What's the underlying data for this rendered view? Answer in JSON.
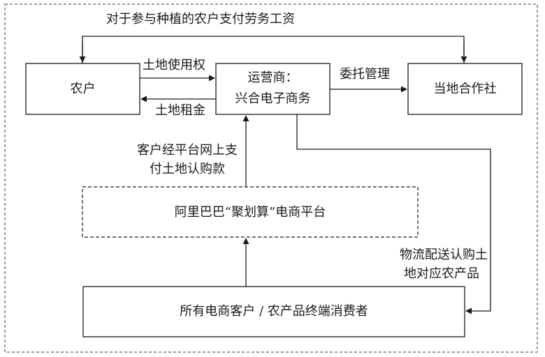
{
  "nodes": {
    "farmer": "农户",
    "operator_line1": "运营商：",
    "operator_line2": "兴合电子商务",
    "cooperative": "当地合作社",
    "platform": "阿里巴巴“聚划算”电商平台",
    "consumers": "所有电商客户 / 农产品终端消费者"
  },
  "edges": {
    "wages": "对于参与种植的农户支付劳务工资",
    "land_use_right": "土地使用权",
    "land_rent": "土地租金",
    "entrust": "委托管理",
    "payment_line1": "客户经平台网上支",
    "payment_line2": "付土地认购款",
    "logistics_line1": "物流配送认购土",
    "logistics_line2": "地对应农产品"
  }
}
